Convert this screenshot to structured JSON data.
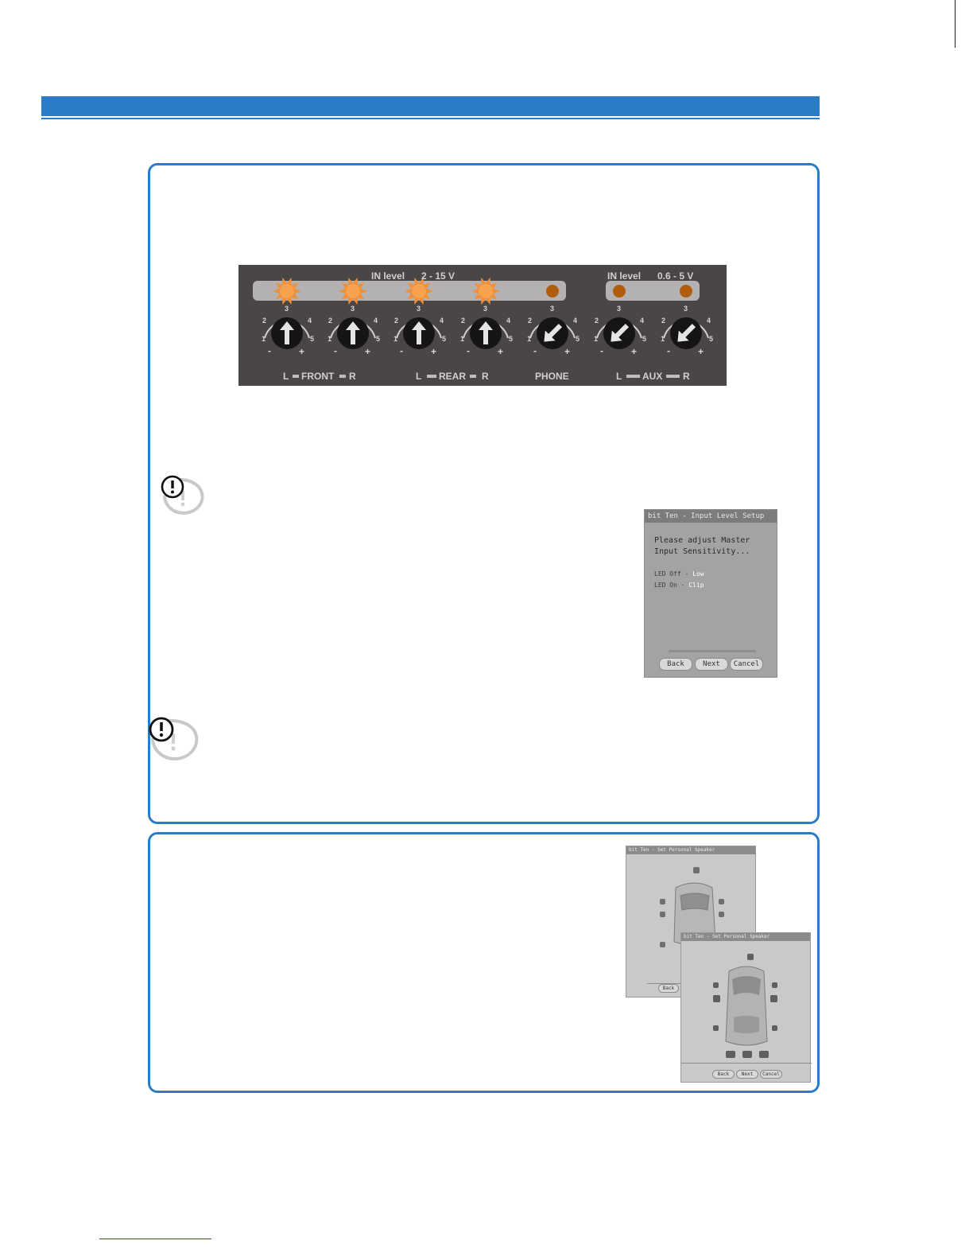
{
  "colors": {
    "accent": "#2a7cc7",
    "amp_panel": "#4a4646",
    "led_on": "#f0903a",
    "led_off": "#b05d0e"
  },
  "amp": {
    "group1_label": "IN level",
    "group1_range": "2 - 15 V",
    "group2_label": "IN level",
    "group2_range": "0.6 - 5 V",
    "knob_scale": {
      "n1": "1",
      "n2": "2",
      "n3": "3",
      "n4": "4",
      "n5": "5",
      "minus": "-",
      "plus": "+"
    },
    "channels": {
      "front": {
        "left": "L",
        "name": "FRONT",
        "right": "R"
      },
      "rear": {
        "left": "L",
        "name": "REAR",
        "right": "R"
      },
      "phone": {
        "name": "PHONE"
      },
      "aux": {
        "left": "L",
        "name": "AUX",
        "right": "R"
      }
    },
    "leds": [
      {
        "state": "on"
      },
      {
        "state": "on"
      },
      {
        "state": "on"
      },
      {
        "state": "on"
      },
      {
        "state": "off"
      },
      {
        "state": "off"
      },
      {
        "state": "off"
      }
    ]
  },
  "icons": {
    "warning_1": "warning-icon",
    "warning_2": "warning-icon"
  },
  "input_level_dialog": {
    "title": "bit Ten - Input Level Setup",
    "message": "Please adjust Master Input Sensitivity...",
    "led_off_label": "LED Off -",
    "led_off_value": "Low",
    "led_on_label": "LED On -",
    "led_on_value": "Clip",
    "buttons": {
      "back": "Back",
      "next": "Next",
      "cancel": "Cancel"
    }
  },
  "speaker_screen_back": {
    "title": "bit Ten - Set Personal Speaker",
    "back": "Back"
  },
  "speaker_screen_front": {
    "title": "bit Ten - Set Personal Speaker",
    "buttons": {
      "back": "Back",
      "next": "Next",
      "cancel": "Cancel"
    }
  }
}
